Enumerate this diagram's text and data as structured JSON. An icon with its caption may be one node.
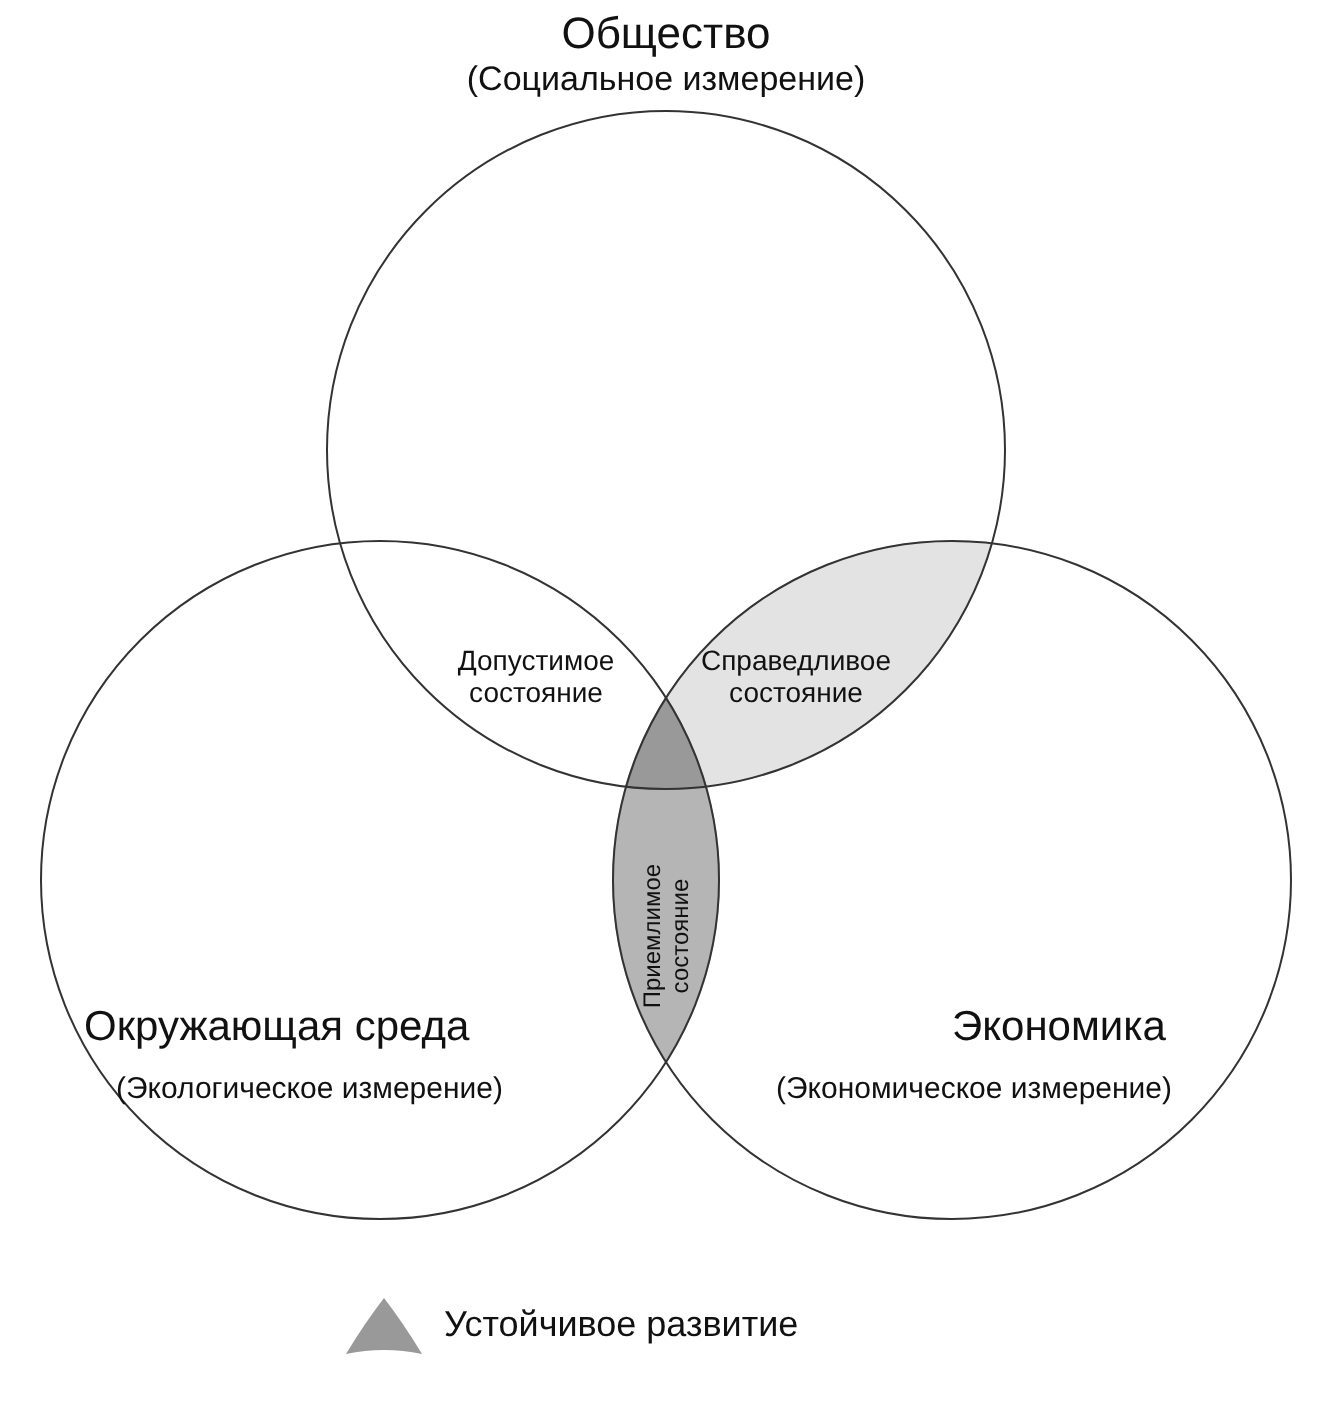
{
  "diagram": {
    "nodes": [
      {
        "text": [
          "Общество",
          "(Социальное измерение)"
        ]
      },
      {
        "text": [
          "Окружающая среда",
          "(Экологическое измерение)"
        ]
      },
      {
        "text": [
          "Экономика",
          "(Экономическое измерение)"
        ]
      },
      {
        "text": [
          "Допустимое состояние"
        ]
      },
      {
        "text": [
          "Справедливое состояние"
        ]
      },
      {
        "text": [
          "Приемлимое состояние"
        ]
      }
    ],
    "edges": [],
    "legend": [
      {
        "text": "Устойчивое развитие",
        "color": "#999999"
      }
    ]
  }
}
